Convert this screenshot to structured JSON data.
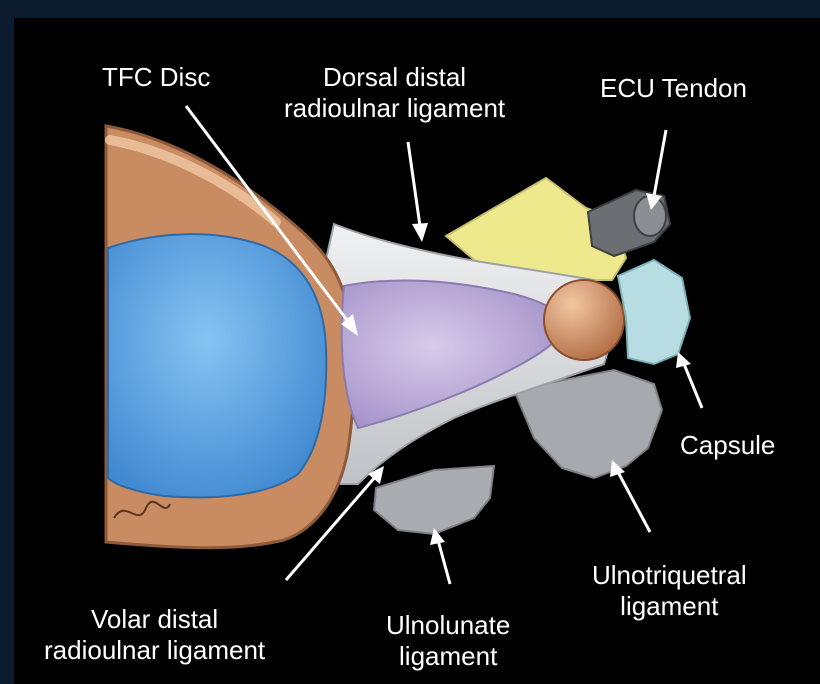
{
  "labels": {
    "tfc_disc": "TFC Disc",
    "dorsal_line1": "Dorsal distal",
    "dorsal_line2": "radioulnar ligament",
    "ecu_tendon": "ECU Tendon",
    "capsule": "Capsule",
    "ulnotriquetral_line1": "Ulnotriquetral",
    "ulnotriquetral_line2": "ligament",
    "ulnolunate_line1": "Ulnolunate",
    "ulnolunate_line2": "ligament",
    "volar_line1": "Volar distal",
    "volar_line2": "radioulnar ligament"
  },
  "colors": {
    "radius_bone": "#c98b62",
    "articular_surface": "#5aa3e0",
    "tfc_disc": "#b8a6d8",
    "ligament": "#d9dbde",
    "ulnar_head": "#d99a6c",
    "ecu_tendon": "#6b6e72",
    "capsule": "#b7dde3",
    "triquetrum_area": "#efe98e"
  }
}
